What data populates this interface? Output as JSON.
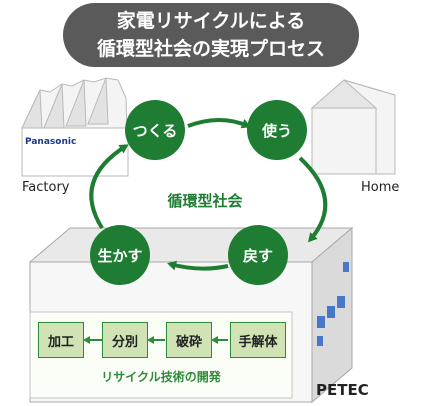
{
  "title": {
    "line1": "家電リサイクルによる",
    "line2": "循環型社会の実現プロセス"
  },
  "labels": {
    "factory": "Factory",
    "home": "Home",
    "brand": "Panasonic",
    "company": "PETEC"
  },
  "cycle": {
    "center_label": "循環型社会",
    "nodes": [
      "つくる",
      "使う",
      "戻す",
      "生かす"
    ]
  },
  "recycle": {
    "steps": [
      "加工",
      "分別",
      "破砕",
      "手解体"
    ],
    "caption": "リサイクル技術の開発"
  },
  "colors": {
    "green": "#1e7d32",
    "step_fill": "#cfe3b5",
    "title_bg": "#5a5a5a"
  }
}
